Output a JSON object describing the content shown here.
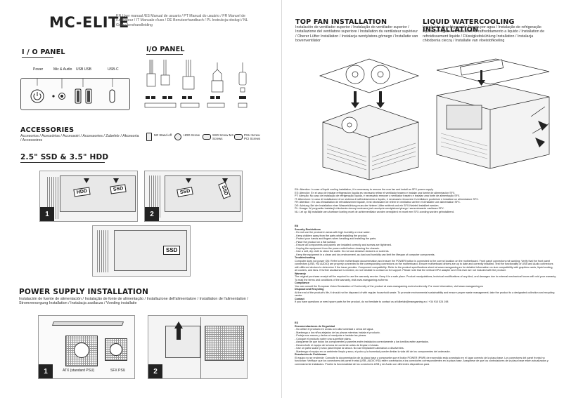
{
  "brand": "MC-ELITE",
  "manual_langs": "EN User manual /ES Manual de usuario / PT Manual do usuário / FR Manuel de l'utilisateur / IT Manuale d'uso / DE Benutzerhandbuch / PL Instrukcja obsługi / NL Gebruikershandleiding",
  "io_panel_left": {
    "title": "I / O PANEL",
    "labels": [
      "Power",
      "Mic & Audio",
      "USB USB",
      "USB-C"
    ]
  },
  "io_panel_right": {
    "title": "I/O PANEL"
  },
  "accessories": {
    "title": "ACCESSORIES",
    "subtitle": "Accesorios / Acessórios / Accessoiri / Accessories / Zubehör / Akcesoria / Accessoires",
    "items": [
      {
        "label": "M# Stand-off"
      },
      {
        "label": "HDD Screw"
      },
      {
        "label": "SSD Screw M4 Screws"
      },
      {
        "label": "PSU Screw PCI Screws"
      }
    ]
  },
  "ssd_hdd": {
    "title": "2.5\" SSD & 3.5\" HDD",
    "fig1_labels": [
      "HDD",
      "SSD"
    ],
    "fig2_labels": [
      "SSD",
      "SSD"
    ],
    "fig3_label": "SSD",
    "fig_numbers": [
      "1",
      "2"
    ]
  },
  "psu": {
    "title": "POWER SUPPLY INSTALLATION",
    "subtitle": "Instalación de fuente de alimentación / Instalação de fonte de alimentação / Installazione dell'alimentatore / Installation de l'alimentation / Stromversorgung Installation / Instalacja zasilacza / Voeding installatie",
    "atx_label": "ATX (standard PSU)",
    "sfx_label": "SFX PSU",
    "fig_numbers": [
      "1",
      "2"
    ]
  },
  "top_fan": {
    "title": "TOP FAN INSTALLATION",
    "subtitle": "Instalación de ventilador superior / Instalação do ventilador superior / Installazione del ventilatore superiore / Installation du ventilateur supérieur / Oberer Lüfter Installation / Instalacja wentylatora górnego / Installatie van bovenventilator"
  },
  "liquid": {
    "title": "LIQUID WATERCOOLING INSTALLATION",
    "subtitle": "Instalación de refrigeración líquida por agua / Instalação de refrigeração líquida por água / Installazione di raffreddamento a liquido / Installation de refroidissement liquide / Flüssigkeitskühlung Installation / Instalacja chłodzenia cieczą / Installatie van vloeistofkoeling"
  },
  "notes": {
    "attention": [
      "EN: Attention: In case of liquid cooling installation, it is necessary to remove the rear fan and install an SFX power supply.",
      "ES: Atención: En el caso de instalar refrigeración líquida es necesario retirar el ventilador trasero e instalar una fuente de alimentación SFX.",
      "PT: Atenção: No caso de instalação de refrigeração líquida, é necessário remover o ventilador traseiro e instalar uma fonte de alimentação SFX.",
      "IT: Attenzione: In caso di installazione di un sistema di raffreddamento a liquido, è necessario rimuovere il ventilatore posteriore e installare un alimentatore SFX.",
      "FR: Attention : En cas d'installation de refroidissement liquide, il est nécessaire de retirer le ventilateur arrière et d'installer une alimentation SFX.",
      "DE: Achtung: Bei der Installation einer Wasserkühlung muss der hintere Lüfter entfernt und ein SFX-Netzteil installiert werden.",
      "PL: Uwaga: W przypadku instalacji chłodzenia cieczą konieczne jest usunięcie wentylatora tylnego i zamontowanie zasilacza SFX.",
      "NL: Let op: Bij installatie van vloeibare koeling moet de achterventilator worden verwijderd en moet een SFX-voeding worden geïnstalleerd."
    ],
    "en_head": "EN",
    "security_head": "Security Restrictions",
    "security": [
      "- Do not use the product in areas with high humidity or near water.",
      "- Keep children away from the parts while installing the product.",
      "- Protect your hands and fingers when handling and installing the parts.",
      "- Place the product on a flat surface.",
      "- Ensure all components and panels are installed correctly and screws are tightened.",
      "- Unplug the equipment from the power outlet before cleaning the chassis.",
      "- Use a soft, dry cloth to clean the cable. Do not use abrasive cleaners or solvents.",
      "- Keep the equipment in a clean and dry environment, as dust and humidity can limit the lifespan of computer components."
    ],
    "troubleshooting_head": "Troubleshooting",
    "troubleshooting": "Computer does not power ON: Refer to the motherboard documentation and ensure the POWER button is connected to the correct location on the motherboard. Front panel connectors not working: Verify that the front panel connectors (USB, HD AUDIO) are properly connected to the corresponding connectors on the motherboard. Ensure motherboard drivers are up to date and correctly installed. Test the functionality of USB and Audio connectors with different devices to determine if the issue persists. Component compatibility: Refer to the product specifications sheet at www.marsgaming.eu for detailed information on size compatibility with graphics cards, liquid cooling, air coolers, and fans. If further assistance is needed, do not hesitate to contact us for support. Please note that the vertical GPU adapter and VGA riser are not included with the product.",
    "warranty_head": "Warranty",
    "warranty": "The original purchase receipt will be required to use the warranty service. Keep it in a safe place. Product manipulations, technical modifications of any kind, and damages due to external mechanical forces will void your warranty. To read the terms and conditions of the warranty, visit www.marsgaming.eu/terms",
    "compliance_head": "Compliance",
    "compliance": "You can consult the European Union Declaration of Conformity of the product at www.marsgaming.eu/en/conformity. For more information, visit www.marsgaming.eu",
    "disposal_head": "Disposal and Recycling",
    "disposal": "At the end of the product's life, it should not be disposed of with regular household waste. To promote environmental sustainability and ensure proper waste management, take the product to a designated collection and recycling center.",
    "contact_head": "Contact",
    "contact": "If you have questions or need spare parts for the product, do not hesitate to contact us at killerlab@marsgaming.eu / +34 910 524 198",
    "es_head": "ES",
    "es_security_head": "Recomendaciones de Seguridad",
    "es_security": [
      "- No utilice el producto en zonas con alta humedad o cerca del agua.",
      "- Mantenga a los niños alejados de las piezas mientras instala el producto.",
      "- Proteja sus manos y dedos al manipular e instalar las piezas.",
      "- Coloque el producto sobre una superficie plana.",
      "- Asegúrese de que todos los componentes y paneles estén instalados correctamente y los tornillos estén apretados.",
      "- Desenchufe el equipo de la toma de corriente antes de limpiar el chasis.",
      "- Use un paño suave y seco para limpiar la ranura. No use limpiadores abrasivos o disolventes.",
      "- Mantenga el equipo en un ambiente limpio y seco, el polvo y la humedad pueden limitar la vida útil de los componentes del ordenador."
    ],
    "es_solution_head": "Resolución de Problemas",
    "es_solution": "El equipo no se enciende: Consulte la documentación de la placa base y compruebe que el botón POWER (PWR) de encendido está conectado en el lugar correcto de la placa base. Los conectores del panel frontal no funcionan: Verifique que los conectores del panel frontal (USB, AUDIO HD) estén conectados a los conectores correspondientes en la placa base. Asegúrese de que los controladores de la placa base estén actualizados y correctamente instalados. Pruebe la funcionalidad de los conectores USB y de Audio con diferentes dispositivos para"
  }
}
